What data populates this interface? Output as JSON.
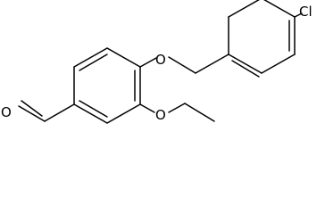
{
  "labels": {
    "chlorine": "Cl",
    "ether_oxygen": "O",
    "ethoxy_oxygen": "O",
    "aldehyde_oxygen": "O"
  }
}
